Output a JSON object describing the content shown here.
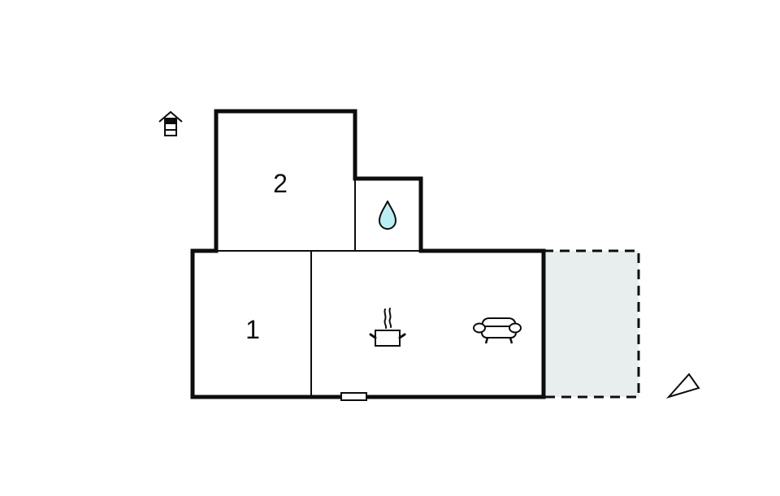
{
  "floorplan": {
    "colors": {
      "wall": "#0d0d0d",
      "background": "#ffffff",
      "terrace_fill": "#e8eeee",
      "water_fill": "#b9eef4"
    },
    "rooms": [
      {
        "id": "bedroom-1",
        "label": "1"
      },
      {
        "id": "bedroom-2",
        "label": "2"
      }
    ],
    "icons": [
      {
        "name": "house-entrance-icon",
        "meaning": "entrance"
      },
      {
        "name": "water-drop-icon",
        "meaning": "bathroom"
      },
      {
        "name": "cooking-pot-icon",
        "meaning": "kitchen"
      },
      {
        "name": "sofa-icon",
        "meaning": "living room"
      },
      {
        "name": "compass-north-icon",
        "meaning": "north arrow"
      }
    ],
    "areas": [
      {
        "name": "terrace",
        "style": "dashed"
      }
    ]
  }
}
